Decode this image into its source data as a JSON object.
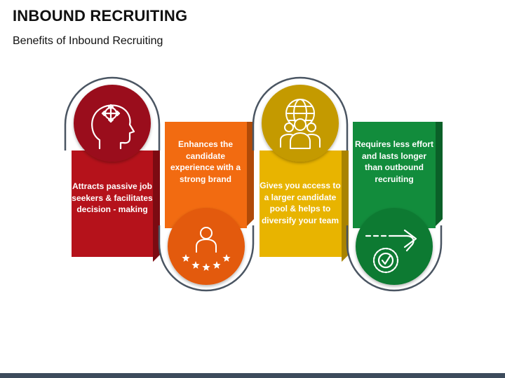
{
  "title": "INBOUND RECRUITING",
  "subtitle": "Benefits of Inbound Recruiting",
  "benefits": [
    {
      "text": "Attracts passive job seekers & facilitates decision - making",
      "color": "#b5121b",
      "icon": "head-with-arrows-icon",
      "icon_position": "top"
    },
    {
      "text": "Enhances the candidate experience with a strong brand",
      "color": "#f26b11",
      "icon": "person-with-five-stars-icon",
      "icon_position": "bottom"
    },
    {
      "text": "Gives you access to a larger candidate pool & helps to diversify your team",
      "color": "#e8b400",
      "icon": "globe-with-people-icon",
      "icon_position": "top"
    },
    {
      "text": "Requires less effort and lasts longer than outbound recruiting",
      "color": "#128c3c",
      "icon": "clock-with-arrow-icon",
      "icon_position": "bottom"
    }
  ],
  "colors": {
    "capsule_outline": "#4a5562",
    "bottom_bar": "#3d4b5c"
  }
}
